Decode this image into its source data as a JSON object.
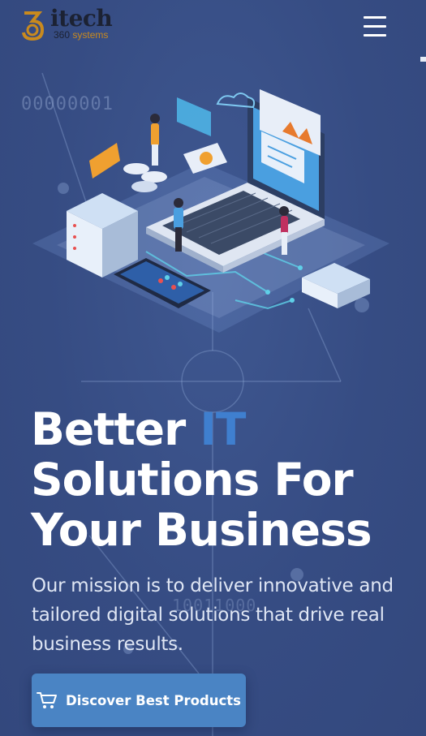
{
  "brand": {
    "name": "itech",
    "sub_number": "360",
    "sub_word": "systems",
    "accent_color": "#c98a1e"
  },
  "header": {
    "menu_icon": "hamburger-menu-icon"
  },
  "decor": {
    "binary_top": "00000001",
    "binary_mid": "10011000"
  },
  "hero": {
    "title_part1": "Better ",
    "title_accent": "IT",
    "title_line2": "Solutions For",
    "title_line3": "Your Business",
    "description": "Our mission is to deliver innovative and tailored digital solutions that drive real business results.",
    "cta_label": "Discover Best Products",
    "cta_icon": "shopping-cart-icon",
    "accent_color": "#3f7fcf",
    "button_color": "#4a84c4"
  }
}
